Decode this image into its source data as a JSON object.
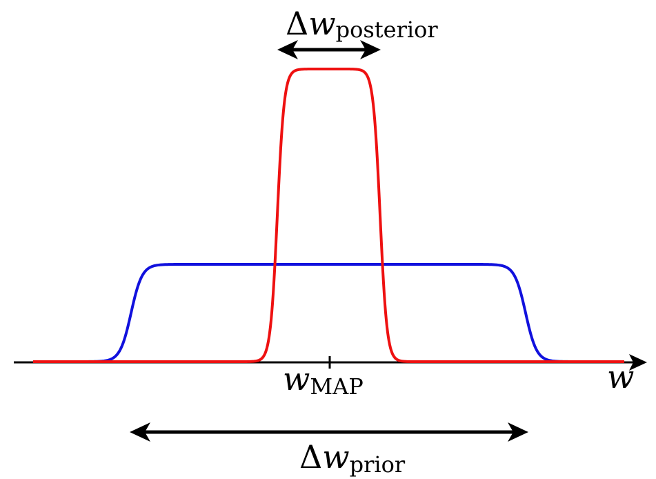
{
  "labels": {
    "posterior_delta": "Δ",
    "posterior_var": "w",
    "posterior_sub": "posterior",
    "prior_delta": "Δ",
    "prior_var": "w",
    "prior_sub": "prior",
    "map_var": "w",
    "map_sub": "MAP",
    "axis_var": "w"
  },
  "curves": {
    "posterior": {
      "color": "#ee1111"
    },
    "prior": {
      "color": "#1111dd"
    }
  },
  "axis": {
    "color": "#000000"
  }
}
